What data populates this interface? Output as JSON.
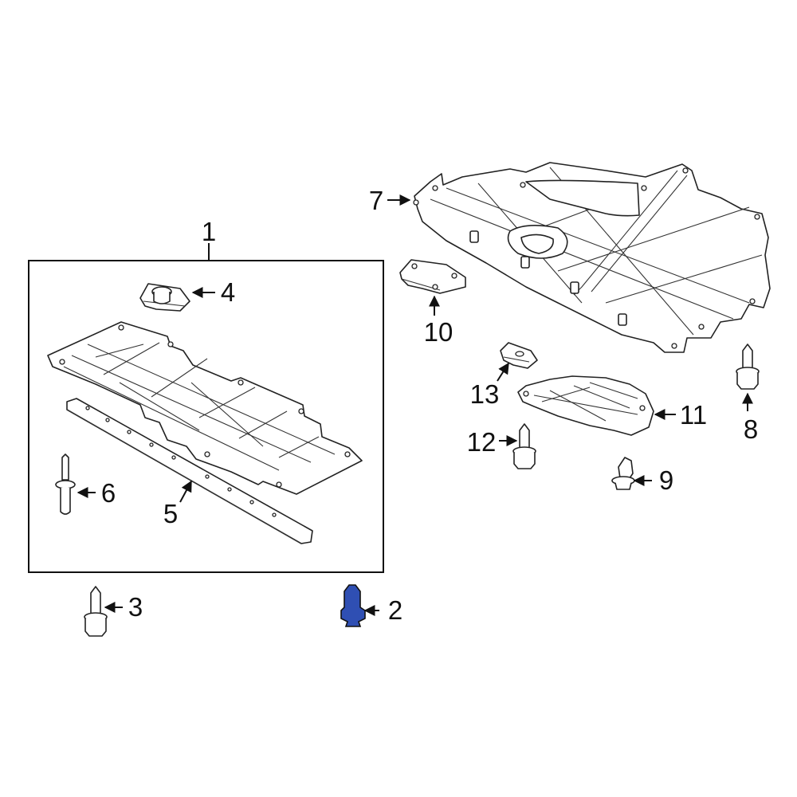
{
  "diagram": {
    "callouts": {
      "c1": "1",
      "c2": "2",
      "c3": "3",
      "c4": "4",
      "c5": "5",
      "c6": "6",
      "c7": "7",
      "c8": "8",
      "c9": "9",
      "c10": "10",
      "c11": "11",
      "c12": "12",
      "c13": "13"
    },
    "highlight_color": "#2f4fb3",
    "line_color": "#222222",
    "background_color": "#ffffff"
  }
}
